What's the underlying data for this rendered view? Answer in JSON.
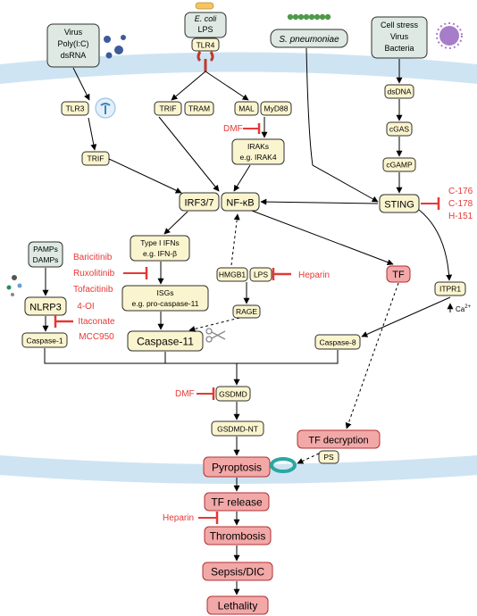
{
  "colors": {
    "node_fill": "#fbf5cf",
    "node_stroke": "#2f2f2f",
    "outcome_fill": "#f3a8a8",
    "outcome_stroke": "#b03030",
    "source_fill": "#dde9e2",
    "membrane": "#cfe4f2",
    "inhibitor": "#e53935",
    "arrow": "#000000"
  },
  "icons": [
    "virus-icon",
    "ecoli-bacterium-icon",
    "streptococcus-chain-icon",
    "cell-stress-virus-icon",
    "tlr3-receptor-icon",
    "tlr4-receptor-icon",
    "pamps-dots-icon",
    "scissors-icon",
    "pore-ring-icon",
    "calcium-arrow-icon"
  ],
  "sources": {
    "virus_lines": [
      "Virus",
      "Poly(I:C)",
      "dsRNA"
    ],
    "ecoli_italic": "E. coli",
    "ecoli_lps": "LPS",
    "s_pneumoniae": "S. pneumoniae",
    "cell_stress_lines": [
      "Cell stress",
      "Virus",
      "Bacteria"
    ]
  },
  "nodes": {
    "tlr4": "TLR4",
    "tlr3": "TLR3",
    "trif_top": "TRIF",
    "tram": "TRAM",
    "mal": "MAL",
    "myd88": "MyD88",
    "trif_left": "TRIF",
    "irak_lines": [
      "IRAKs",
      "e.g. IRAK4"
    ],
    "irf37": "IRF3/7",
    "nfkb": "NF-κB",
    "dsdna": "dsDNA",
    "cgas": "cGAS",
    "cgamp": "cGAMP",
    "sting": "STING",
    "type1_lines": [
      "Type I IFNs",
      "e.g. IFN-β"
    ],
    "hmgb1": "HMGB1",
    "lps": "LPS",
    "tf": "TF",
    "pamps_lines": [
      "PAMPs",
      "DAMPs"
    ],
    "nlrp3": "NLRP3",
    "isgs_lines": [
      "ISGs",
      "e.g. pro-caspase-11"
    ],
    "rage": "RAGE",
    "itpr1": "ITPR1",
    "ca2": "Ca",
    "ca2_sup": "2+",
    "caspase1": "Caspase-1",
    "caspase11": "Caspase-11",
    "caspase8": "Caspase-8",
    "gsdmd": "GSDMD",
    "gsdmd_nt": "GSDMD-NT",
    "tf_decryption": "TF decryption",
    "ps": "PS",
    "pyroptosis": "Pyroptosis",
    "tf_release": "TF release",
    "thrombosis": "Thrombosis",
    "sepsis": "Sepsis/DIC",
    "lethality": "Lethality"
  },
  "inhibitors": {
    "dmf_top": "DMF",
    "sting_inhibitors": [
      "C-176",
      "C-178",
      "H-151"
    ],
    "jak_inhibitors": [
      "Baricitinib",
      "Ruxolitinib",
      "Tofacitinib"
    ],
    "heparin_top": "Heparin",
    "nlrp3_inhibitors": [
      "4-OI",
      "Itaconate",
      "MCC950"
    ],
    "dmf_gsdmd": "DMF",
    "heparin_bottom": "Heparin"
  }
}
